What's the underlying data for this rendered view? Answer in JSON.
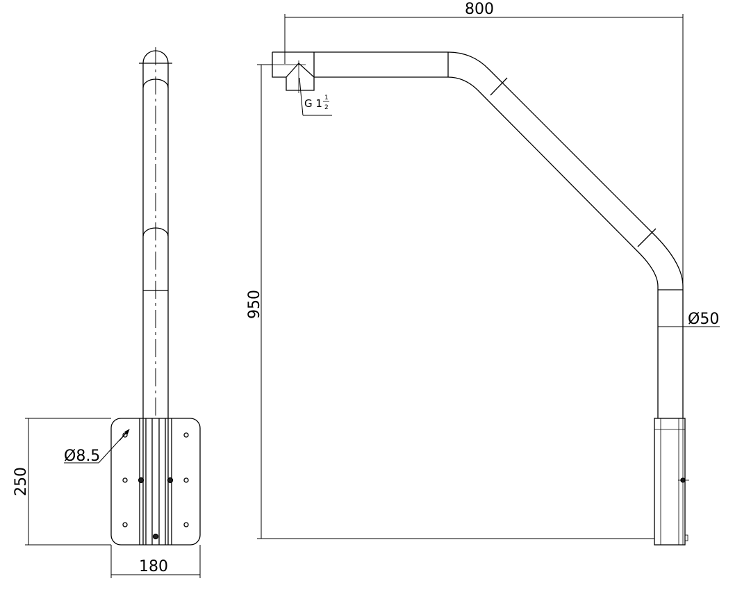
{
  "dimensions": {
    "width": "800",
    "height": "950",
    "plate_height": "250",
    "plate_width": "180",
    "hole_diameter": "Ø8.5",
    "tube_diameter": "Ø50"
  },
  "thread": {
    "label": "G 1",
    "numerator": "1",
    "denominator": "2"
  }
}
